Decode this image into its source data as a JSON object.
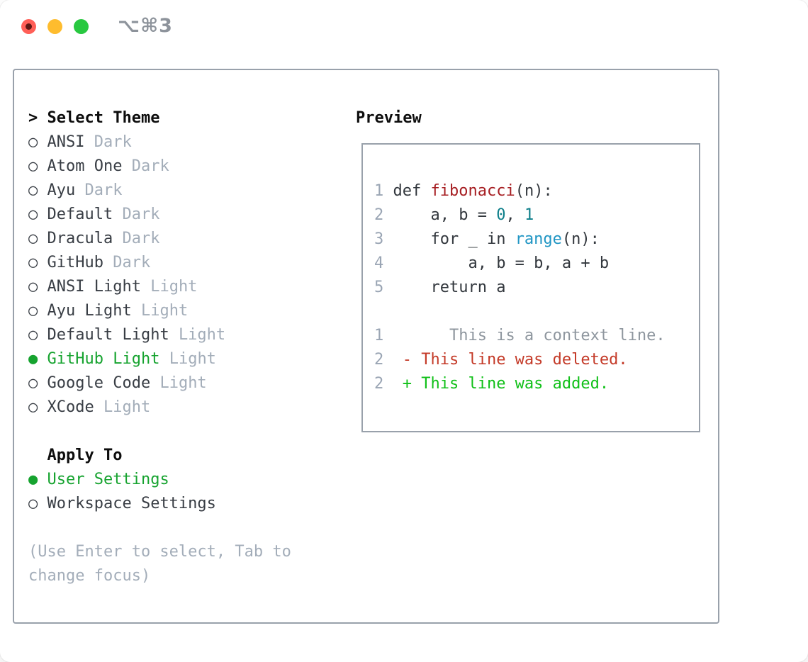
{
  "titlebar": {
    "title": "⌥⌘3"
  },
  "theme_panel": {
    "header_marker": ">",
    "header_label": "Select Theme",
    "themes": [
      {
        "name": "ANSI",
        "tag": "Dark",
        "selected": false
      },
      {
        "name": "Atom One",
        "tag": "Dark",
        "selected": false
      },
      {
        "name": "Ayu",
        "tag": "Dark",
        "selected": false
      },
      {
        "name": "Default",
        "tag": "Dark",
        "selected": false
      },
      {
        "name": "Dracula",
        "tag": "Dark",
        "selected": false
      },
      {
        "name": "GitHub",
        "tag": "Dark",
        "selected": false
      },
      {
        "name": "ANSI Light",
        "tag": "Light",
        "selected": false
      },
      {
        "name": "Ayu Light",
        "tag": "Light",
        "selected": false
      },
      {
        "name": "Default Light",
        "tag": "Light",
        "selected": false
      },
      {
        "name": "GitHub Light",
        "tag": "Light",
        "selected": true
      },
      {
        "name": "Google Code",
        "tag": "Light",
        "selected": false
      },
      {
        "name": "XCode",
        "tag": "Light",
        "selected": false
      }
    ],
    "apply_to": {
      "label": "Apply To",
      "options": [
        {
          "name": "User Settings",
          "selected": true
        },
        {
          "name": "Workspace Settings",
          "selected": false
        }
      ]
    },
    "hint_lines": [
      "(Use Enter to select, Tab to",
      "change focus)"
    ],
    "radio_unselected_glyph": "○",
    "radio_selected_glyph": "●"
  },
  "preview": {
    "title": "Preview",
    "lines": [
      {
        "number": "1",
        "tokens": [
          {
            "t": "def ",
            "c": "plain"
          },
          {
            "t": "fibonacci",
            "c": "function"
          },
          {
            "t": "(n):",
            "c": "plain"
          }
        ]
      },
      {
        "number": "2",
        "tokens": [
          {
            "t": "    a, b = ",
            "c": "plain"
          },
          {
            "t": "0",
            "c": "number"
          },
          {
            "t": ", ",
            "c": "plain"
          },
          {
            "t": "1",
            "c": "number"
          }
        ]
      },
      {
        "number": "3",
        "tokens": [
          {
            "t": "    for _ in ",
            "c": "plain"
          },
          {
            "t": "range",
            "c": "builtin"
          },
          {
            "t": "(n):",
            "c": "plain"
          }
        ]
      },
      {
        "number": "4",
        "tokens": [
          {
            "t": "        a, b = b, a + b",
            "c": "plain"
          }
        ]
      },
      {
        "number": "5",
        "tokens": [
          {
            "t": "    return a",
            "c": "plain"
          }
        ]
      },
      {
        "number": "",
        "tokens": []
      },
      {
        "number": "1",
        "tokens": [
          {
            "t": "      This is a context line.",
            "c": "context"
          }
        ]
      },
      {
        "number": "2",
        "tokens": [
          {
            "t": " - This line was deleted.",
            "c": "deleted"
          }
        ]
      },
      {
        "number": "2",
        "tokens": [
          {
            "t": " + This line was added.",
            "c": "added"
          }
        ]
      }
    ]
  },
  "colors": {
    "accent_green": "#16a32f",
    "code_plain": "#32373d",
    "code_function": "#a61e22",
    "code_number": "#0d7f8a",
    "code_builtin": "#2196c4",
    "diff_context": "#8e969e",
    "diff_deleted": "#c43a28",
    "diff_added": "#10c018",
    "line_number": "#9aa5b4",
    "muted_text": "#a3adb9",
    "dark_text": "#383d44",
    "heading_text": "#0d0d0d",
    "panel_border": "#99a1ab",
    "titlebar_text": "#8d939b",
    "traffic_red": "#ff5f57",
    "traffic_yellow": "#febc2e",
    "traffic_green": "#28c840"
  }
}
